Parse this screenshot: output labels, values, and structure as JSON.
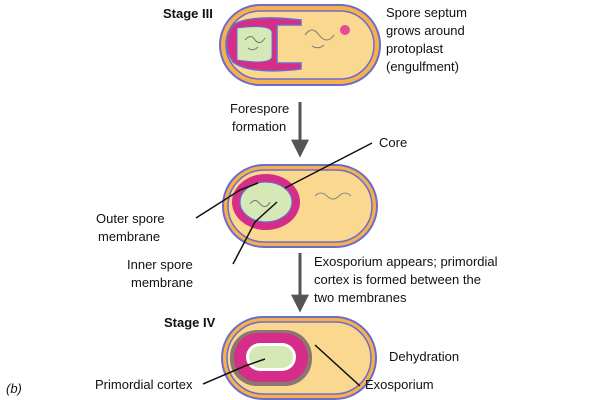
{
  "panel_label": "(b)",
  "stages": {
    "stage3": {
      "title": "Stage III",
      "description": [
        "Spore septum",
        "grows around",
        "protoplast",
        "(engulfment)"
      ]
    },
    "stage4": {
      "title": "Stage IV"
    }
  },
  "transitions": {
    "forespore": [
      "Forespore",
      "formation"
    ],
    "exosporium": [
      "Exosporium appears; primordial",
      "cortex is formed between the",
      "two membranes"
    ]
  },
  "labels": {
    "core": "Core",
    "outer_spore_membrane": [
      "Outer spore",
      "membrane"
    ],
    "inner_spore_membrane": [
      "Inner spore",
      "membrane"
    ],
    "dehydration": "Dehydration",
    "primordial_cortex": "Primordial cortex",
    "exosporium": "Exosporium"
  },
  "colors": {
    "cell_wall": "#f7b04a",
    "cytoplasm": "#fbd890",
    "membrane": "#6b6ccc",
    "spore_pink": "#d62d88",
    "core_green": "#d7e8b7",
    "exosporium_brown": "#8a7870",
    "arrow": "#555555"
  }
}
